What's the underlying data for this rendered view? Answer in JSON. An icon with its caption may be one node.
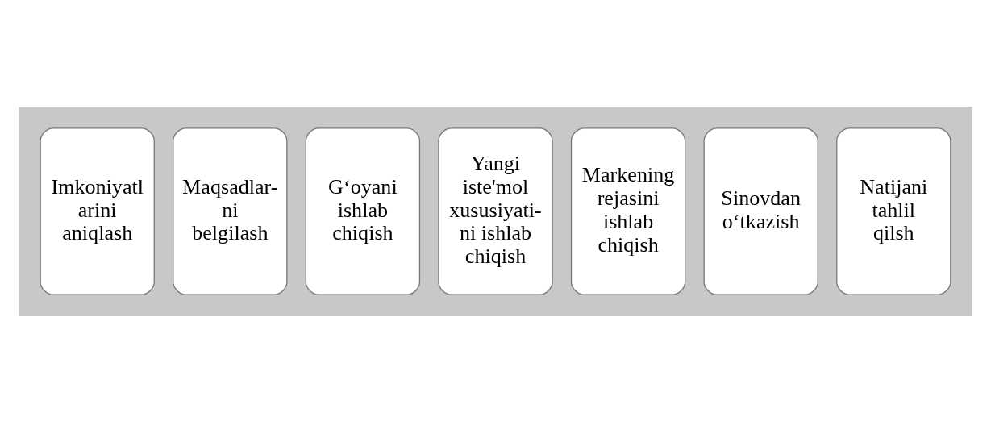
{
  "diagram": {
    "nodes": [
      {
        "text": [],
        "shape": "arrow"
      },
      {
        "text": [
          "Imkoniyatl arini aniqlash"
        ],
        "in": 0
      },
      {
        "text": [
          "Maqsadlar- ni belgilash"
        ],
        "in": 0
      },
      {
        "text": [
          "G‘oyani ishlab chiqish"
        ],
        "in": 0
      },
      {
        "text": [
          "Yangi iste'mol xususiyati- ni ishlab chiqish"
        ],
        "in": 0
      },
      {
        "text": [
          "Markening rejasini ishlab chiqish"
        ],
        "in": 0
      },
      {
        "text": [
          "Sinovdan o‘tkazish"
        ],
        "in": 0
      },
      {
        "text": [
          "Natijani tahlil qilsh"
        ],
        "in": 0
      }
    ],
    "edges": []
  }
}
